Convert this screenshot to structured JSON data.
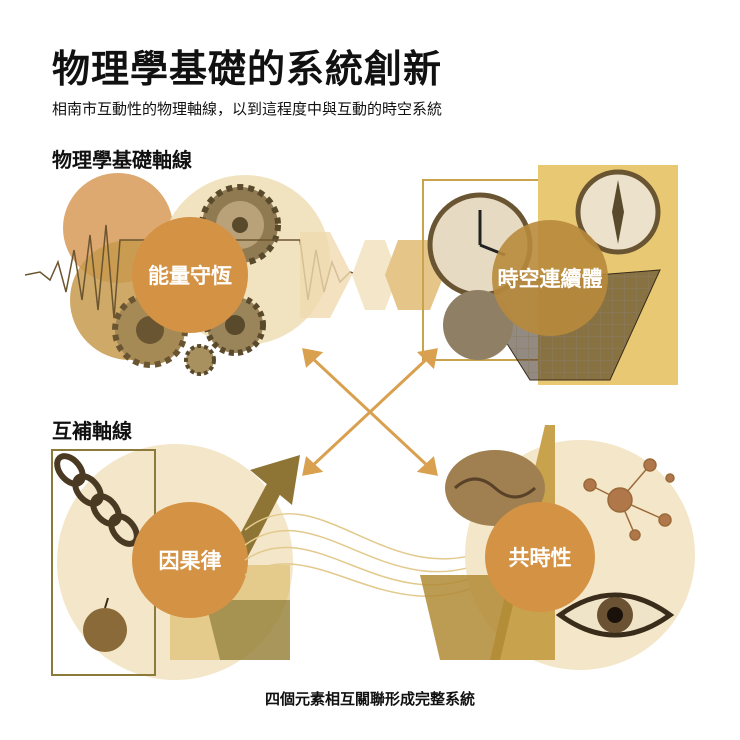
{
  "title": "物理學基礎的系統創新",
  "subtitle": "相南市互動性的物理軸線，以到這程度中與互動的時空系統",
  "sections": {
    "physics_axis": "物理學基礎軸線",
    "complement_axis": "互補軸線"
  },
  "nodes": {
    "energy": "能量守恆",
    "spacetime": "時空連續體",
    "causality": "因果律",
    "synchronicity": "共時性"
  },
  "footer": "四個元素相互關聯形成完整系統",
  "colors": {
    "gold": "#c9a24e",
    "amber": "#d28f3f",
    "cream": "#f2e3c4",
    "olive": "#8c7a3a",
    "dark": "#3a2c1a"
  },
  "icons": [
    "gear-icon",
    "sound-wave-icon",
    "clock-icon",
    "compass-icon",
    "spacetime-grid-icon",
    "chain-icon",
    "apple-icon",
    "rising-arrow-icon",
    "brain-icon",
    "network-icon",
    "eye-icon"
  ]
}
